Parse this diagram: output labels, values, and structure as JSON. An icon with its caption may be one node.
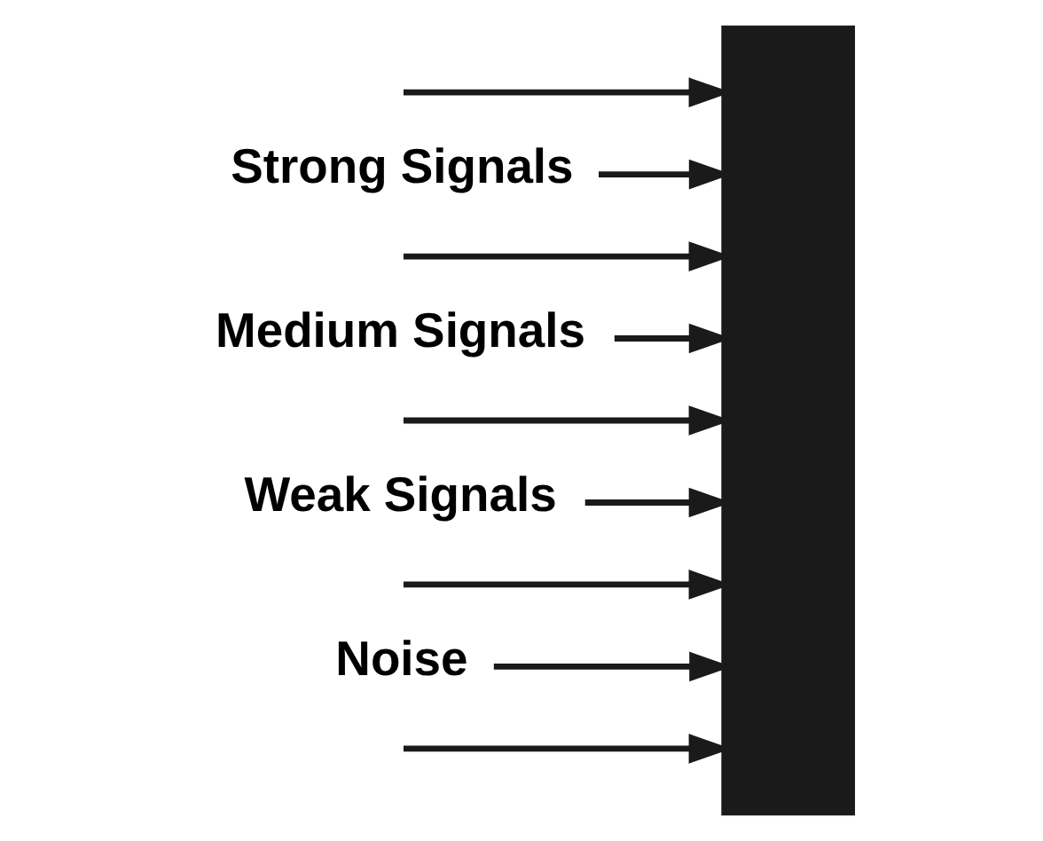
{
  "diagram": {
    "nodes": [
      {
        "text": [
          "Strong Signals"
        ]
      },
      {
        "text": [
          "Medium Signals"
        ]
      },
      {
        "text": [
          "Weak Signals"
        ]
      },
      {
        "text": [
          "Noise"
        ]
      },
      {
        "text": [],
        "shape": "bar"
      }
    ],
    "edges": [
      {
        "from": null,
        "to": 4,
        "arrow": "to"
      },
      {
        "from": 0,
        "to": 4,
        "arrow": "to"
      },
      {
        "from": null,
        "to": 4,
        "arrow": "to"
      },
      {
        "from": 1,
        "to": 4,
        "arrow": "to"
      },
      {
        "from": null,
        "to": 4,
        "arrow": "to"
      },
      {
        "from": 2,
        "to": 4,
        "arrow": "to"
      },
      {
        "from": null,
        "to": 4,
        "arrow": "to"
      },
      {
        "from": 3,
        "to": 4,
        "arrow": "to"
      },
      {
        "from": null,
        "to": 4,
        "arrow": "to"
      }
    ]
  }
}
